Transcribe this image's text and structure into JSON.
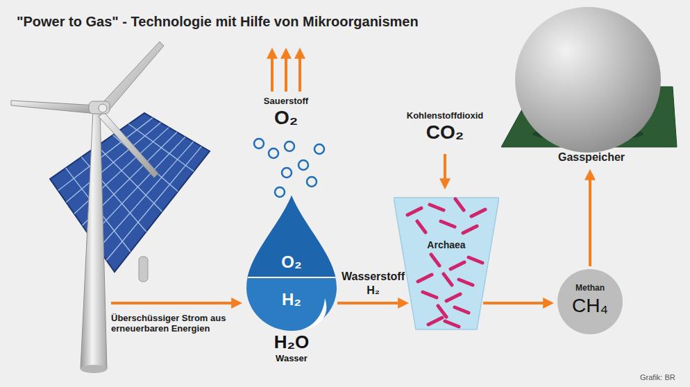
{
  "diagram": {
    "title": "\"Power to Gas\" - Technologie mit Hilfe von Mikroorganismen",
    "nodes": [
      {
        "text": [
          "O₂",
          "H₂",
          "H₂O",
          "Wasser"
        ]
      },
      {
        "text": [
          "Archaea"
        ]
      },
      {
        "text": [
          "Methan",
          "CH₄"
        ]
      },
      {
        "text": [
          "Gasspeicher"
        ]
      }
    ],
    "edges": [
      {
        "from": 0,
        "to": 1,
        "arrow": "to",
        "label": "Wasserstoff H₂"
      },
      {
        "from": 1,
        "to": 2,
        "arrow": "to"
      },
      {
        "from": 2,
        "to": 3,
        "arrow": "to"
      }
    ],
    "labels": [
      "Sauerstoff",
      "O₂",
      "Kohlenstoffdioxid",
      "CO₂",
      "Überschüssiger Strom aus erneuerbaren Energien",
      "Grafik: BR"
    ]
  }
}
